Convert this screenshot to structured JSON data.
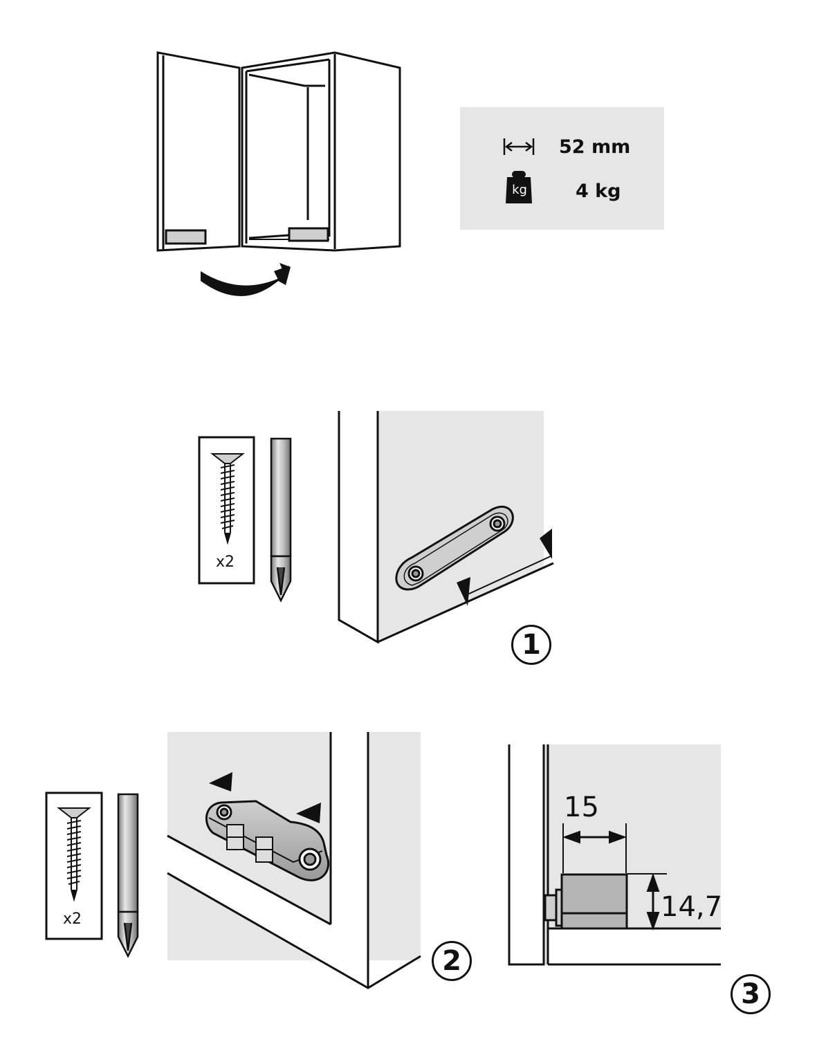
{
  "specs": {
    "width_value": "52 mm",
    "weight_value": "4 kg",
    "weight_icon_label": "kg"
  },
  "step1": {
    "screw_quantity": "x2",
    "step_number": "1"
  },
  "step2": {
    "screw_quantity": "x2",
    "step_number": "2"
  },
  "step3": {
    "width_dimension": "15",
    "height_dimension": "14,7",
    "step_number": "3"
  },
  "colors": {
    "line": "#111111",
    "panel_grey": "#e6e6e6",
    "part_grey": "#cfcfcf",
    "magnet_grey": "#b5b5b5"
  }
}
